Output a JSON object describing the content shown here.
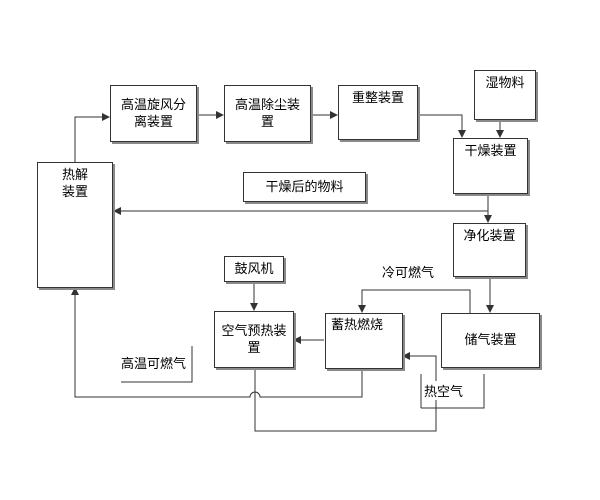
{
  "nodes": {
    "cyclone": "高温旋风分\n离装置",
    "dust": "高温除尘装\n置",
    "reform": "重整装置",
    "wet": "湿物料",
    "dryer": "干燥装置",
    "pyrolysis": "热解\n装置",
    "dried_material": "干燥后的物料",
    "purify": "净化装置",
    "storage": "储气装置",
    "blower": "鼓风机",
    "preheater": "空气预热装\n置",
    "regenerative_burner": "蓄热燃烧"
  },
  "labels": {
    "cold_gas": "冷可燃气",
    "hot_gas": "高温可燃气",
    "hot_air": "热空气"
  },
  "colors": {
    "line": "#333333",
    "shadow": "#8a8a8a"
  }
}
